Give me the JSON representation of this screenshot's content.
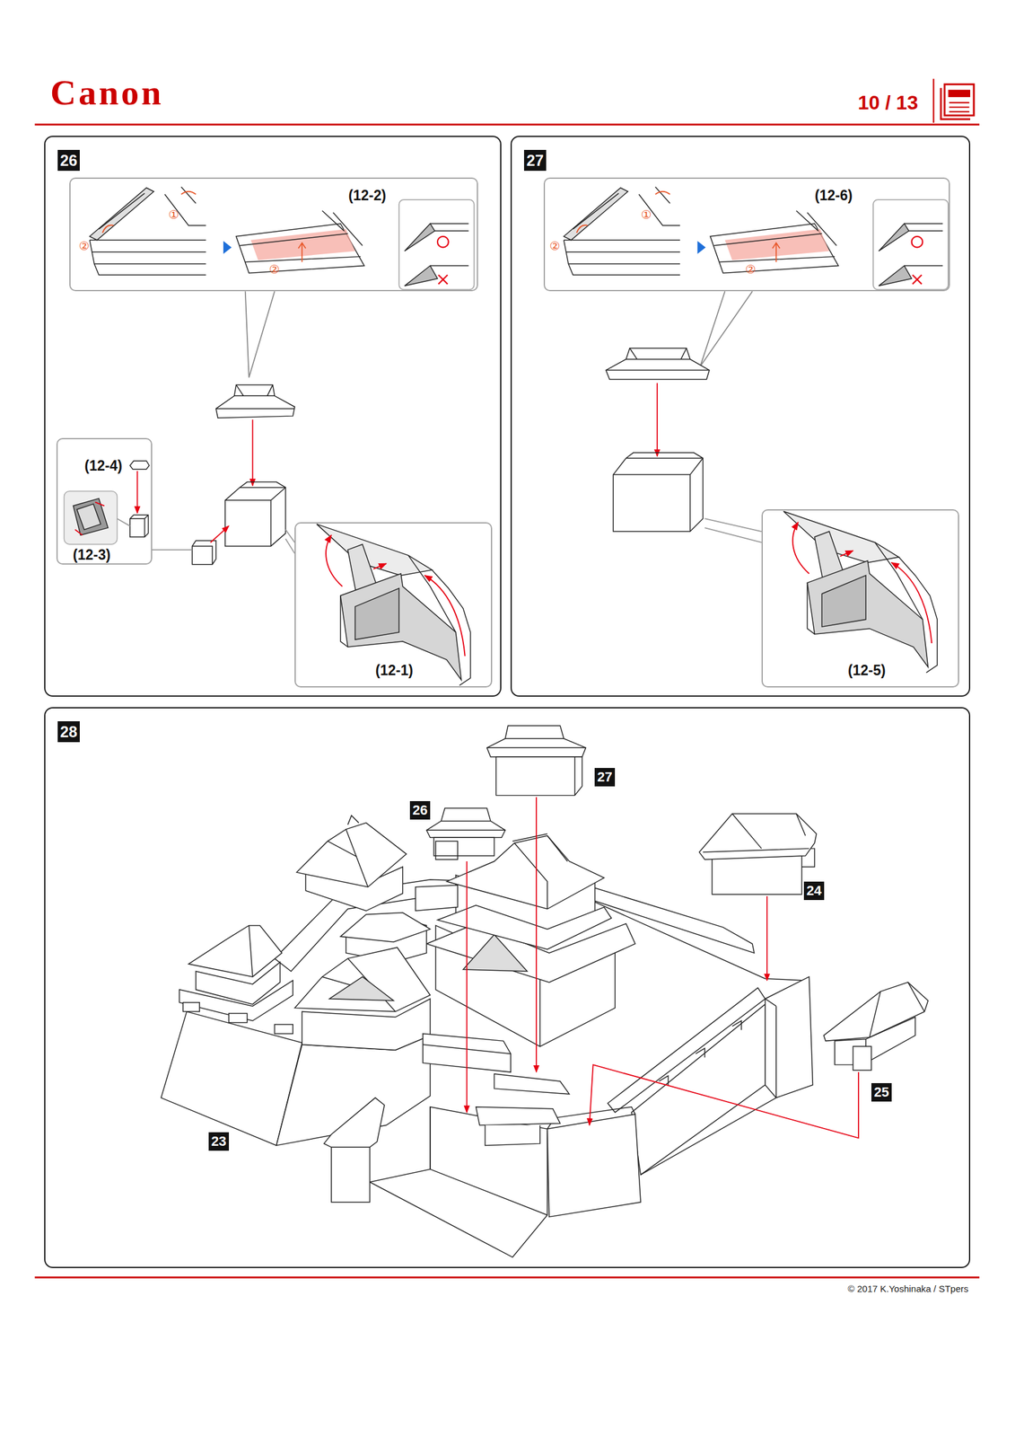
{
  "diagram": {
    "nodes": [
      {
        "text": [
          "26"
        ]
      },
      {
        "text": [
          "(12-2)"
        ],
        "in": 0
      },
      {
        "text": [
          "(12-4)",
          "(12-3)"
        ],
        "in": 0
      },
      {
        "text": [
          "(12-1)"
        ],
        "in": 0
      },
      {
        "text": [
          "27"
        ]
      },
      {
        "text": [
          "(12-6)"
        ],
        "in": 4
      },
      {
        "text": [
          "(12-5)"
        ],
        "in": 4
      },
      {
        "text": [
          "28"
        ]
      }
    ],
    "labels": [
      "Canon",
      "10 / 13",
      "①",
      "②",
      "②",
      "①",
      "②",
      "②",
      "27",
      "26",
      "24",
      "25",
      "23",
      "© 2017 K.Yoshinaka / STpers"
    ]
  }
}
